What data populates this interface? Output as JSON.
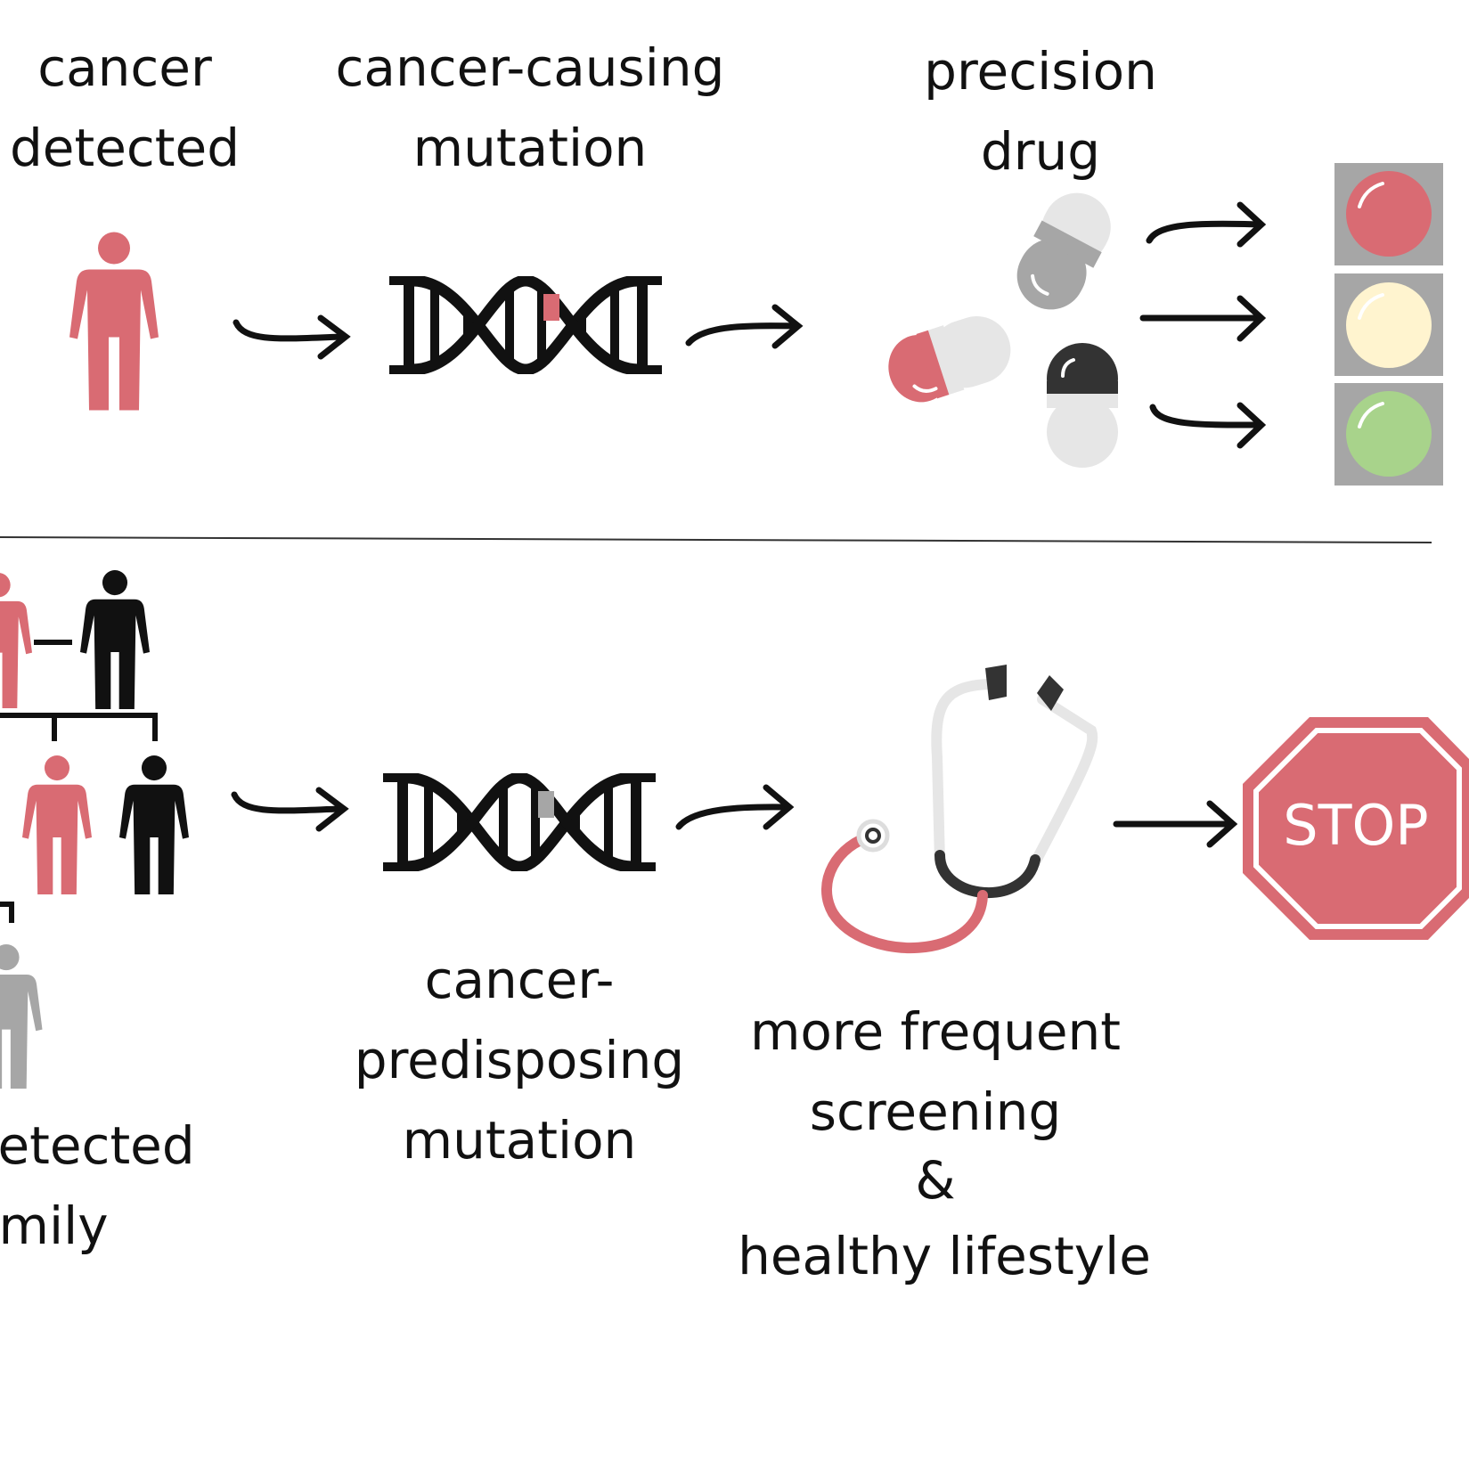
{
  "colors": {
    "pink": "#d96b73",
    "black": "#111111",
    "gray": "#a6a6a6",
    "light_gray": "#e6e6e6",
    "dark_gray": "#333333",
    "traffic_red": "#d96b73",
    "traffic_yellow": "#fff4cf",
    "traffic_green": "#a8d38b",
    "traffic_box": "#a6a6a6"
  },
  "top": {
    "label_cancer_line1": "cancer",
    "label_cancer_line2": "detected",
    "label_mutation_line1": "cancer-causing",
    "label_mutation_line2": "mutation",
    "label_drug_line1": "precision",
    "label_drug_line2": "drug"
  },
  "bottom": {
    "label_family_line1": "letected",
    "label_family_line2": "mily",
    "label_mutation_line1": "cancer-",
    "label_mutation_line2": "predisposing",
    "label_mutation_line3": "mutation",
    "label_screen_line1": "more frequent",
    "label_screen_line2": "screening",
    "label_screen_line3": "&",
    "label_screen_line4": "healthy lifestyle",
    "stop_text": "STOP"
  },
  "icons": {
    "person": "person-icon",
    "dna": "dna-helix-icon",
    "pill": "capsule-icon",
    "traffic_light": "traffic-light-icon",
    "stethoscope": "stethoscope-icon",
    "stop_sign": "stop-sign-icon",
    "arrow": "arrow-icon"
  }
}
